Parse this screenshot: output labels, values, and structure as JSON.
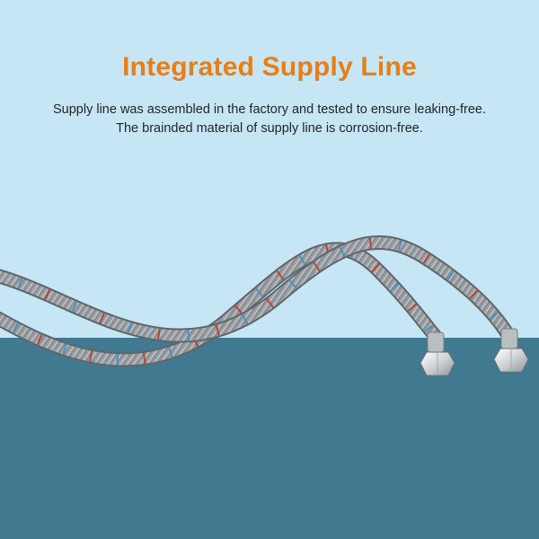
{
  "header": {
    "title": "Integrated Supply Line",
    "description_line1": "Supply line was assembled in the factory and tested to ensure leaking-free.",
    "description_line2": "The brainded material of supply line is corrosion-free."
  },
  "colors": {
    "sky": "#c6e6f5",
    "floor": "#417991",
    "title": "#ea7d13",
    "hose_braid": "#9a9fa3",
    "hose_shadow": "#5f666b",
    "hose_highlight": "#d9dcde",
    "stripe_red": "#c0392b",
    "stripe_blue": "#3f8fc4",
    "fitting": "#dfe2e4"
  },
  "icons": {
    "hose_left": "braided-supply-hose",
    "hose_right": "braided-supply-hose",
    "fitting_left": "hex-nut-fitting",
    "fitting_right": "hex-nut-fitting"
  }
}
